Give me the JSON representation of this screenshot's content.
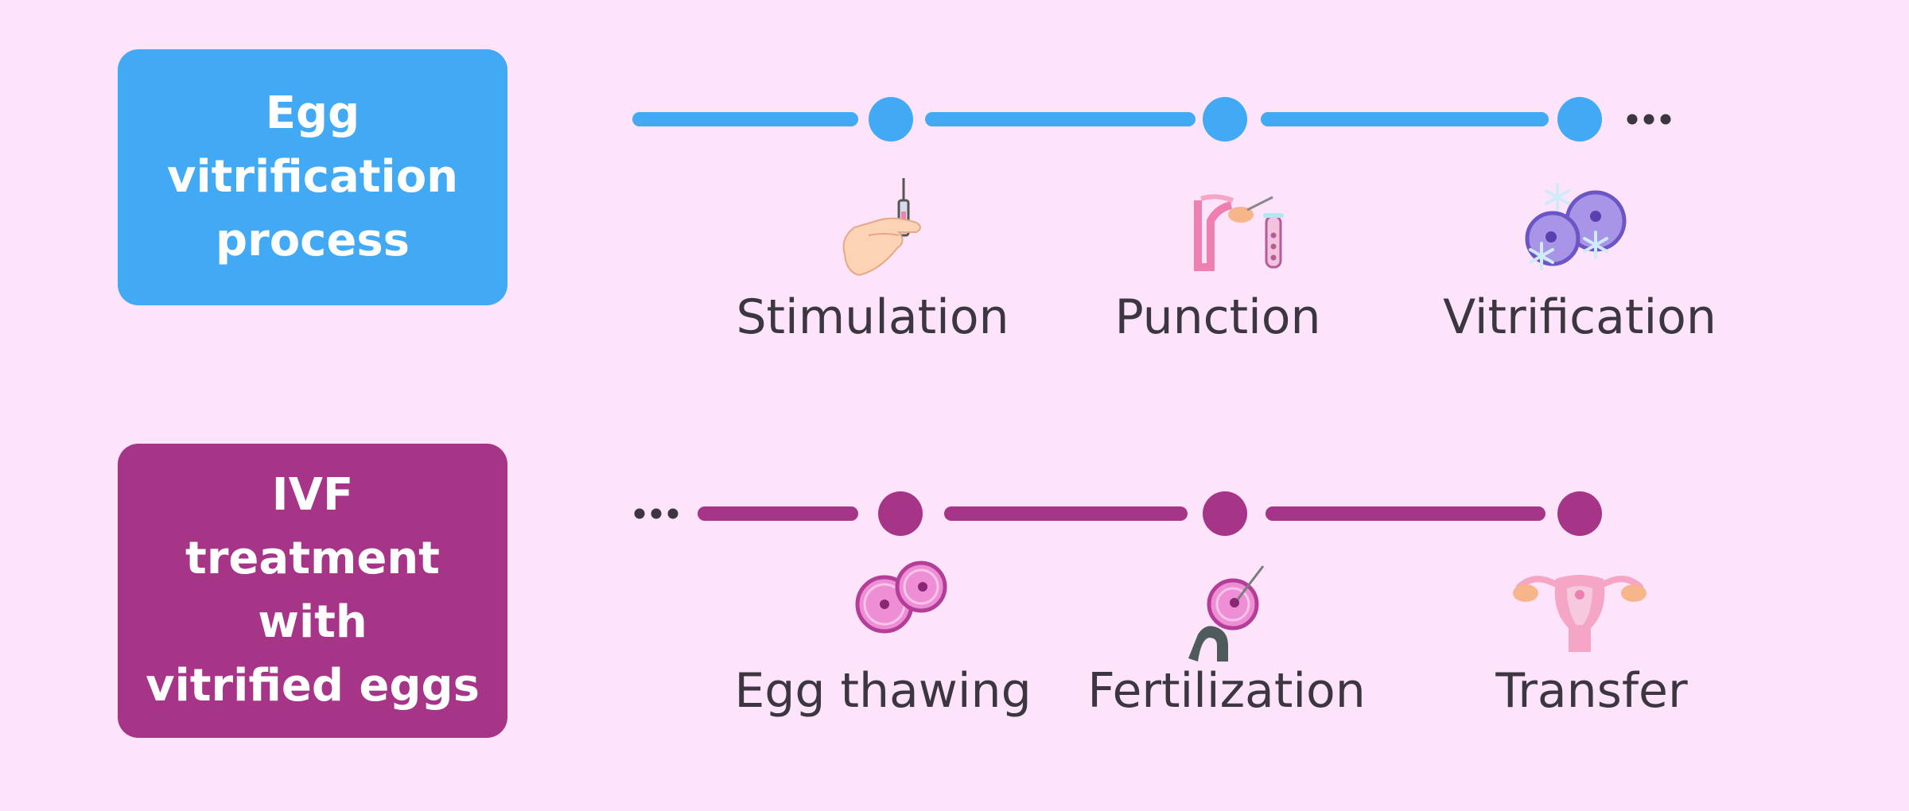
{
  "diagram": {
    "rows": [
      {
        "title": "Egg\nvitrification\nprocess",
        "color": "#42a9f4",
        "leading_ellipsis": false,
        "trailing_ellipsis": true,
        "steps": [
          {
            "label": "Stimulation",
            "icon": "syringe-hand-icon"
          },
          {
            "label": "Punction",
            "icon": "ovary-puncture-icon"
          },
          {
            "label": "Vitrification",
            "icon": "frozen-eggs-icon"
          }
        ]
      },
      {
        "title": "IVF\ntreatment\nwith\nvitrified eggs",
        "color": "#a63487",
        "leading_ellipsis": true,
        "trailing_ellipsis": false,
        "steps": [
          {
            "label": "Egg thawing",
            "icon": "thawed-eggs-icon"
          },
          {
            "label": "Fertilization",
            "icon": "icsi-fertilization-icon"
          },
          {
            "label": "Transfer",
            "icon": "uterus-icon"
          }
        ]
      }
    ],
    "colors": {
      "text": "#3b3640",
      "background": "#fde4fb",
      "ellipsis": "#3b3640"
    }
  }
}
